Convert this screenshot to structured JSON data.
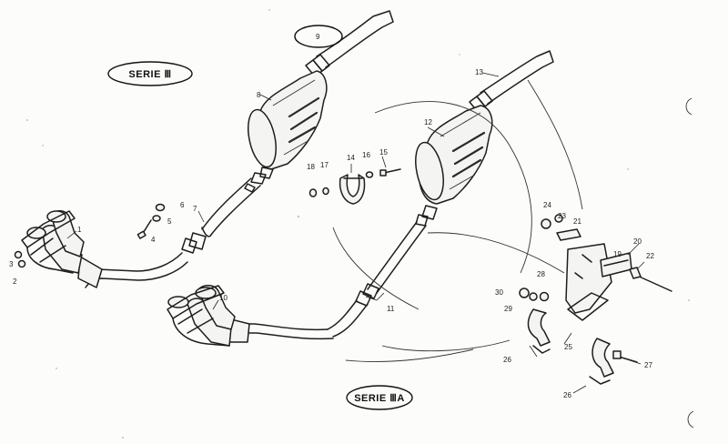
{
  "series_labels": {
    "serie_iii": "SERIE Ⅲ",
    "serie_iiia": "SERIE ⅢA"
  },
  "callouts": {
    "p1": "1",
    "p2": "2",
    "p3": "3",
    "p4": "4",
    "p5": "5",
    "p6": "6",
    "p7": "7",
    "p8": "8",
    "p9": "9",
    "p10": "10",
    "p11": "11",
    "p12": "12",
    "p13": "13",
    "p14": "14",
    "p15": "15",
    "p16": "16",
    "p17": "17",
    "p18": "18",
    "p19": "19",
    "p20": "20",
    "p21": "21",
    "p22": "22",
    "p23": "23",
    "p24": "24",
    "p25": "25",
    "p26a": "26",
    "p26b": "26",
    "p27": "27",
    "p28": "28",
    "p29": "29",
    "p30": "30"
  }
}
